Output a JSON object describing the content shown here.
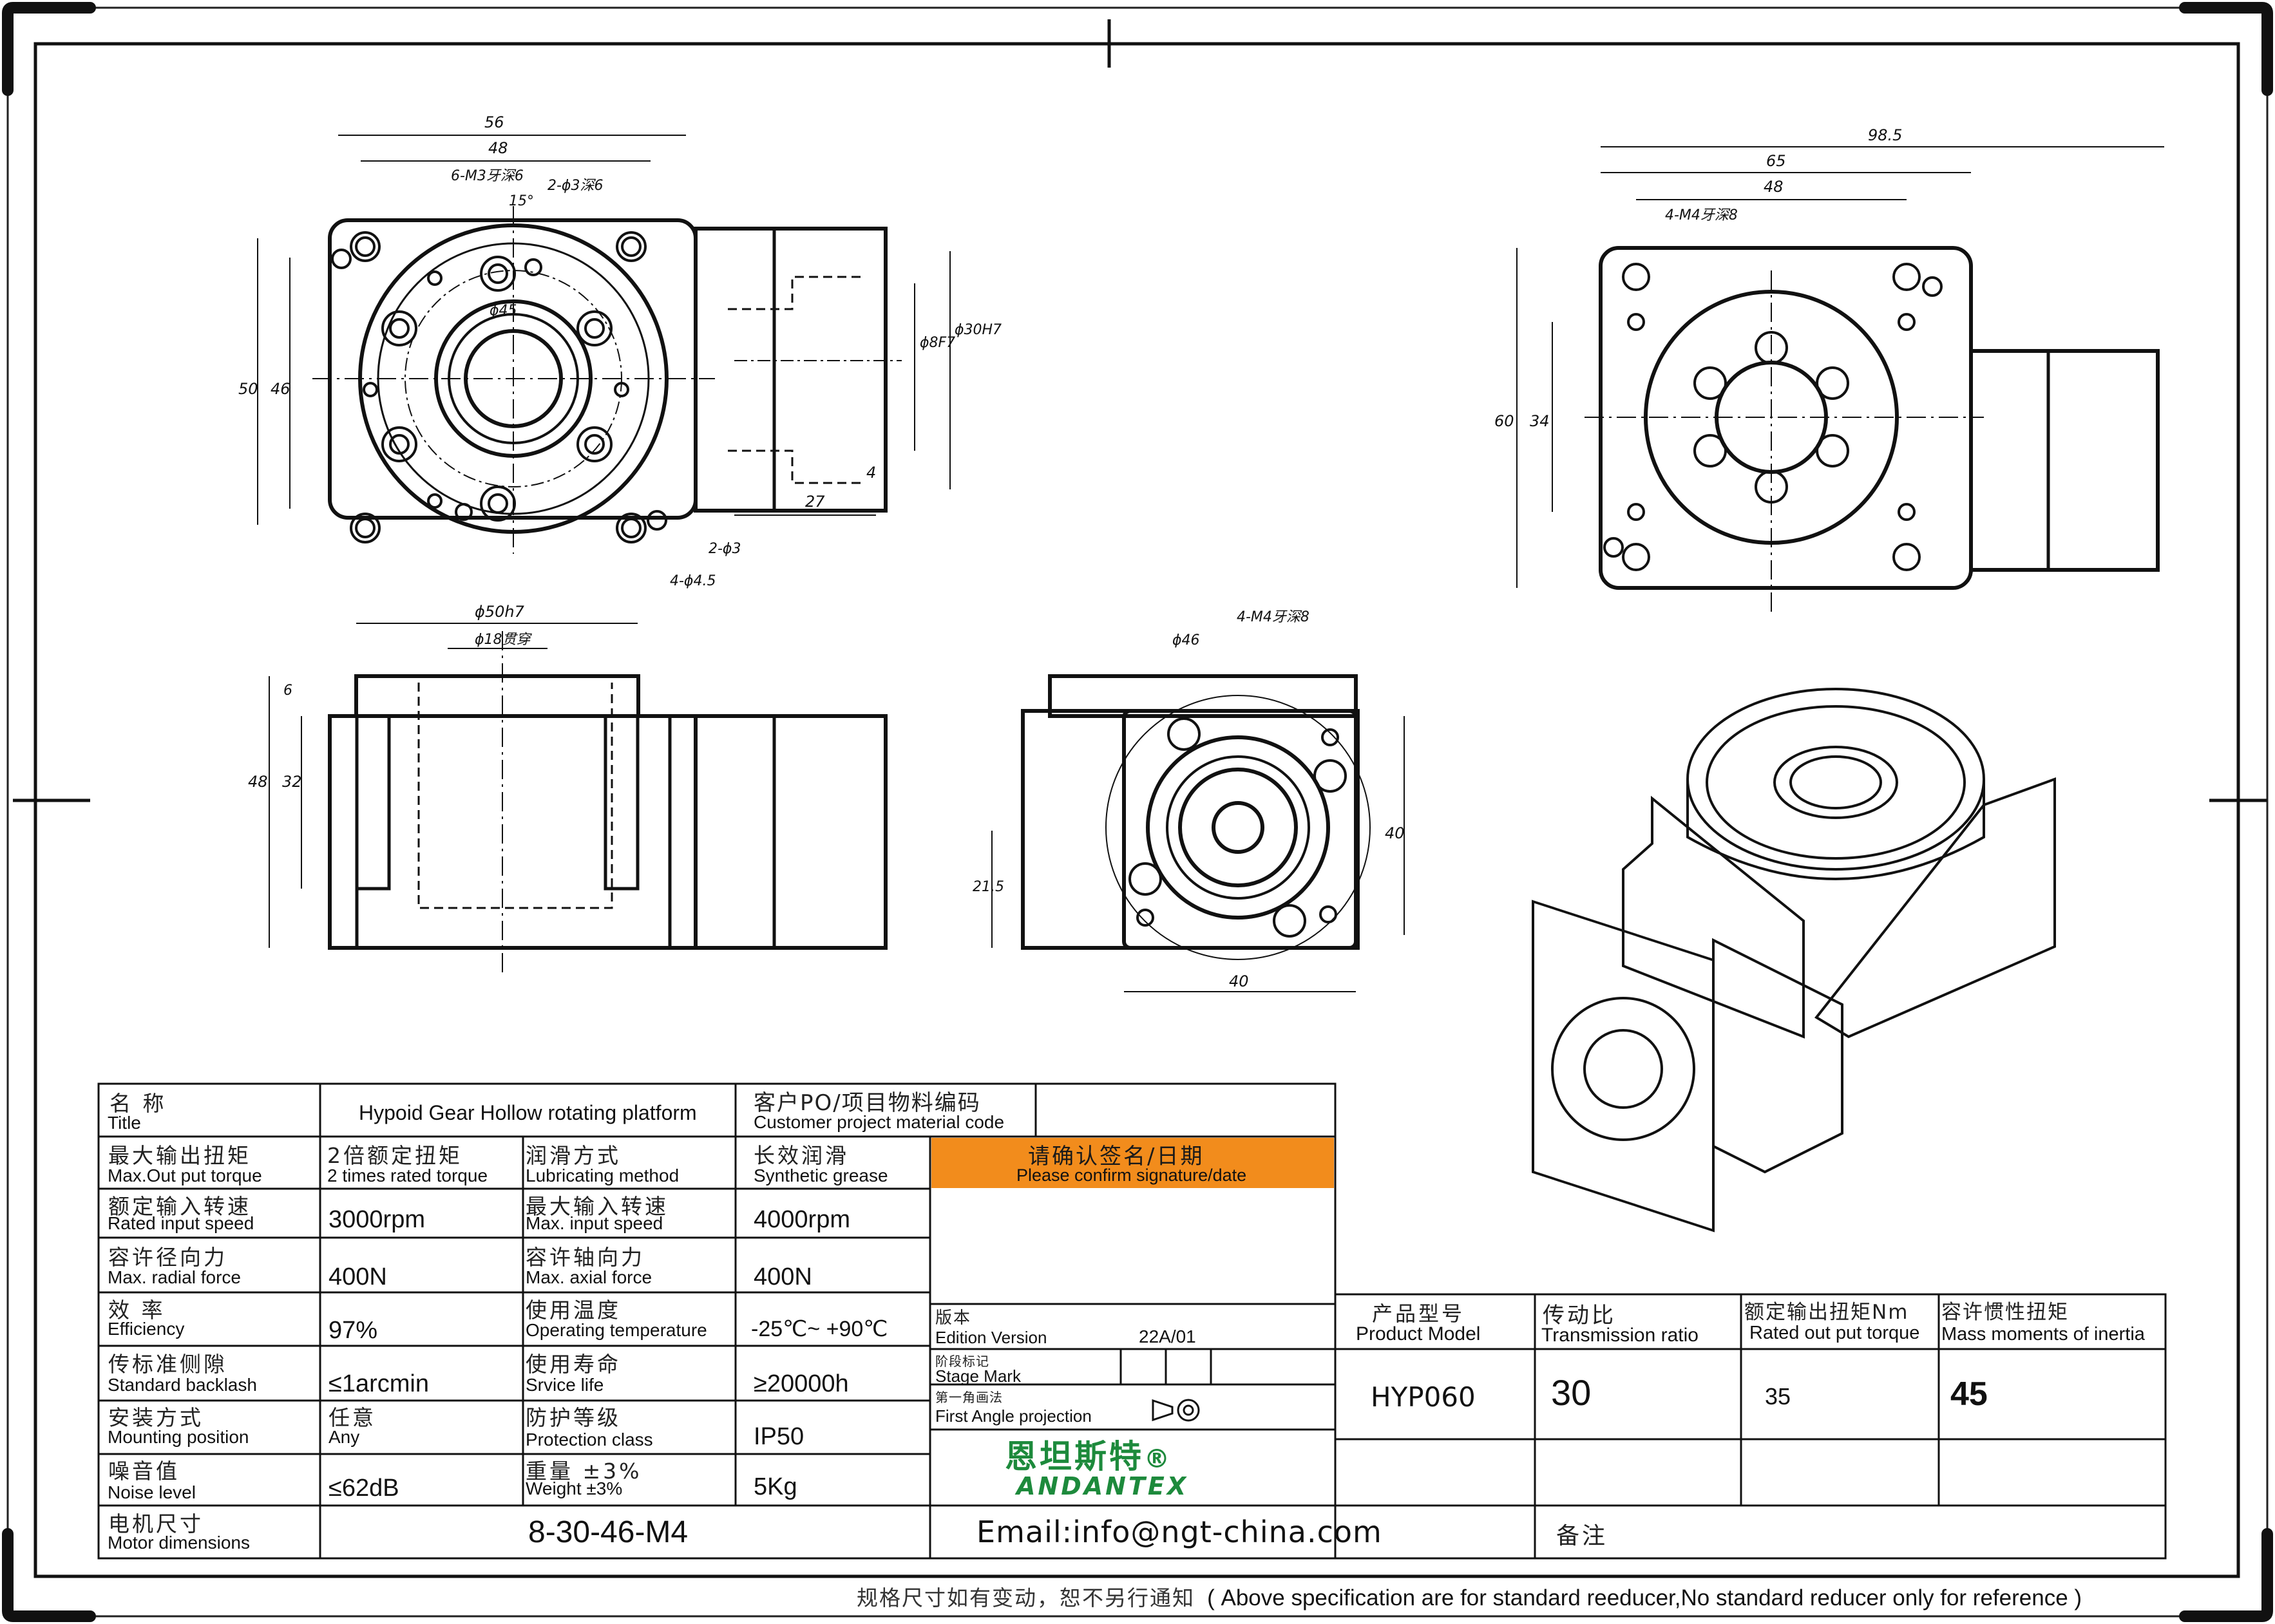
{
  "drawing": {
    "front_view": {
      "dims": [
        "56",
        "48",
        "6-M3牙深6",
        "15°",
        "2-ϕ3深6",
        "ϕ45",
        "50",
        "46",
        "ϕ8F7",
        "ϕ30H7",
        "4",
        "27",
        "2-ϕ3",
        "4-ϕ4.5"
      ]
    },
    "right_view": {
      "dims": [
        "98.5",
        "65",
        "48",
        "4-M4牙深8",
        "60",
        "34"
      ]
    },
    "section_view": {
      "dims": [
        "ϕ50h7",
        "ϕ18贯穿",
        "6",
        "48",
        "32"
      ]
    },
    "motor_view": {
      "dims": [
        "ϕ46",
        "4-M4牙深8",
        "40",
        "21.5",
        "40"
      ]
    }
  },
  "specs": {
    "title": {
      "cn": "名 称",
      "en": "Title",
      "value": "Hypoid  Gear Hollow rotating platform"
    },
    "customer_code": {
      "cn": "客户PO/项目物料编码",
      "en": "Customer project material code"
    },
    "rows": [
      {
        "l_cn": "最大输出扭矩",
        "l_en": "Max.Out put torque",
        "l_val_cn": "2倍额定扭矩",
        "l_val_en": "2 times rated torque",
        "r_cn": "润滑方式",
        "r_en": "Lubricating method",
        "r_val_cn": "长效润滑",
        "r_val_en": "Synthetic grease"
      },
      {
        "l_cn": "额定输入转速",
        "l_en": "Rated input speed",
        "l_val": "3000rpm",
        "r_cn": "最大输入转速",
        "r_en": "Max. input speed",
        "r_val": "4000rpm"
      },
      {
        "l_cn": "容许径向力",
        "l_en": "Max. radial force",
        "l_val": "400N",
        "r_cn": "容许轴向力",
        "r_en": "Max. axial force",
        "r_val": "400N"
      },
      {
        "l_cn": "效 率",
        "l_en": "Efficiency",
        "l_val": "97%",
        "r_cn": "使用温度",
        "r_en": "Operating temperature",
        "r_val": "-25℃~ +90℃"
      },
      {
        "l_cn": "传标准侧隙",
        "l_en": "Standard backlash",
        "l_val": "≤1arcmin",
        "r_cn": "使用寿命",
        "r_en": "Srvice life",
        "r_val": "≥20000h"
      },
      {
        "l_cn": "安装方式",
        "l_en": "Mounting position",
        "l_val_cn": "任意",
        "l_val_en": "Any",
        "r_cn": "防护等级",
        "r_en": "Protection class",
        "r_val": "IP50"
      },
      {
        "l_cn": "噪音值",
        "l_en": "Noise level",
        "l_val": "≤62dB",
        "r_cn": "重量 ±3%",
        "r_en": "Weight ±3%",
        "r_val": "5Kg"
      }
    ],
    "motor": {
      "cn": "电机尺寸",
      "en": "Motor dimensions",
      "value": "8-30-46-M4"
    }
  },
  "confirm": {
    "cn": "请确认签名/日期",
    "en": "Please confirm signature/date",
    "color": "#f28c1c"
  },
  "edition": {
    "cn": "版本",
    "en": "Edition Version",
    "value": "22A/01"
  },
  "stage": {
    "cn": "阶段标记",
    "en": "Stage Mark"
  },
  "projection": {
    "cn": "第一角画法",
    "en": "First Angle projection"
  },
  "brand": {
    "cn": "恩坦斯特",
    "reg": "®",
    "en": "ANDANTEX",
    "color": "#1d8a3c"
  },
  "email": "Email:info@ngt-china.com",
  "remark": "备注",
  "product": {
    "model": {
      "cn": "产品型号",
      "en": "Product Model",
      "value": "HYP060"
    },
    "ratio": {
      "cn": "传动比",
      "en": "Transmission ratio",
      "value": "30"
    },
    "torque": {
      "cn": "额定输出扭矩Nm",
      "en": "Rated out put torque",
      "value": "35"
    },
    "inertia": {
      "cn": "容许惯性扭矩",
      "en": "Mass moments of inertia",
      "value": "45"
    }
  },
  "footer": {
    "cn": "规格尺寸如有变动，恕不另行通知",
    "en": "( Above specification are for standard reeducer,No standard reducer only for reference )"
  }
}
